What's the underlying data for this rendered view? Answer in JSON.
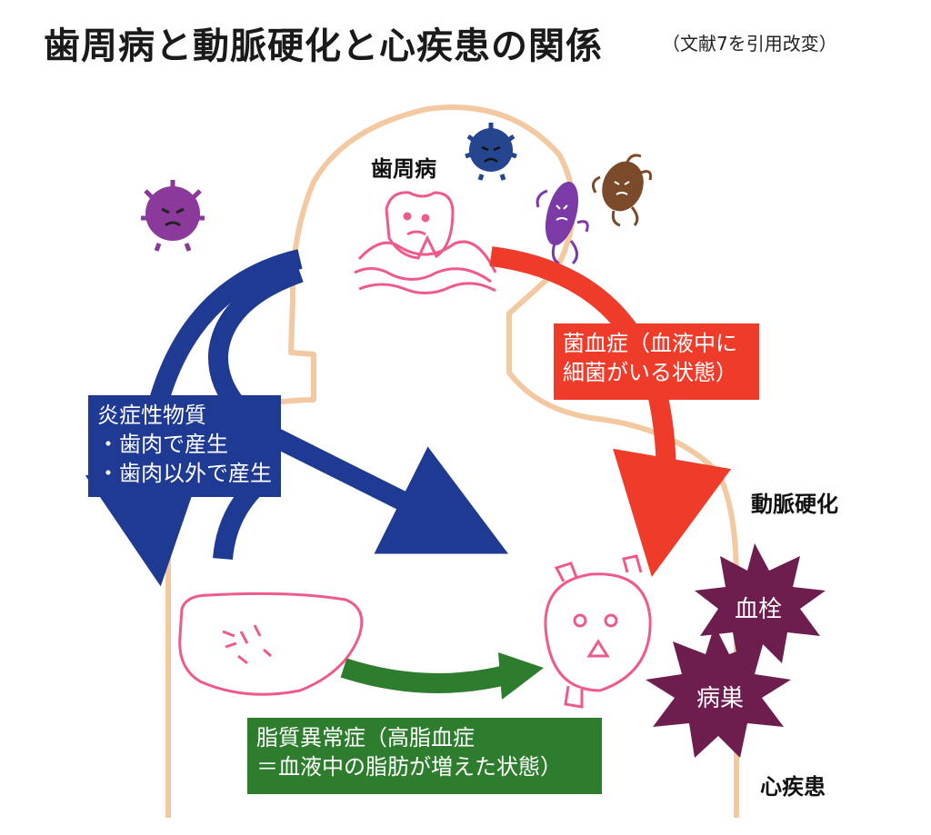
{
  "title": "歯周病と動脈硬化と心疾患の関係",
  "subtitle": "（文献7を引用改変）",
  "labels": {
    "periodontal": "歯周病",
    "arteriosclerosis": "動脈硬化",
    "heart_disease": "心疾患",
    "thrombus": "血栓",
    "lesion": "病巣"
  },
  "inflammation_box": {
    "lines": [
      "炎症性物質",
      "・歯肉で産生",
      "・歯肉以外で産生"
    ]
  },
  "bacteremia_box": {
    "lines": [
      "菌血症（血液中に",
      "細菌がいる状態）"
    ]
  },
  "dyslipidemia_box": {
    "lines": [
      "脂質異常症（高脂血症",
      "＝血液中の脂肪が増えた状態）"
    ]
  },
  "colors": {
    "blue": "#1f3a93",
    "red": "#ee3b2a",
    "green": "#2e7d2e",
    "body_outline": "#f2c9a0",
    "organ_outline": "#ee5b8a",
    "star": "#6e1d4f"
  },
  "icons": [
    "purple-germ-icon",
    "blue-germ-icon",
    "purple-bacterium-icon",
    "brown-bacterium-icon",
    "tooth-icon",
    "liver-icon",
    "heart-icon"
  ]
}
